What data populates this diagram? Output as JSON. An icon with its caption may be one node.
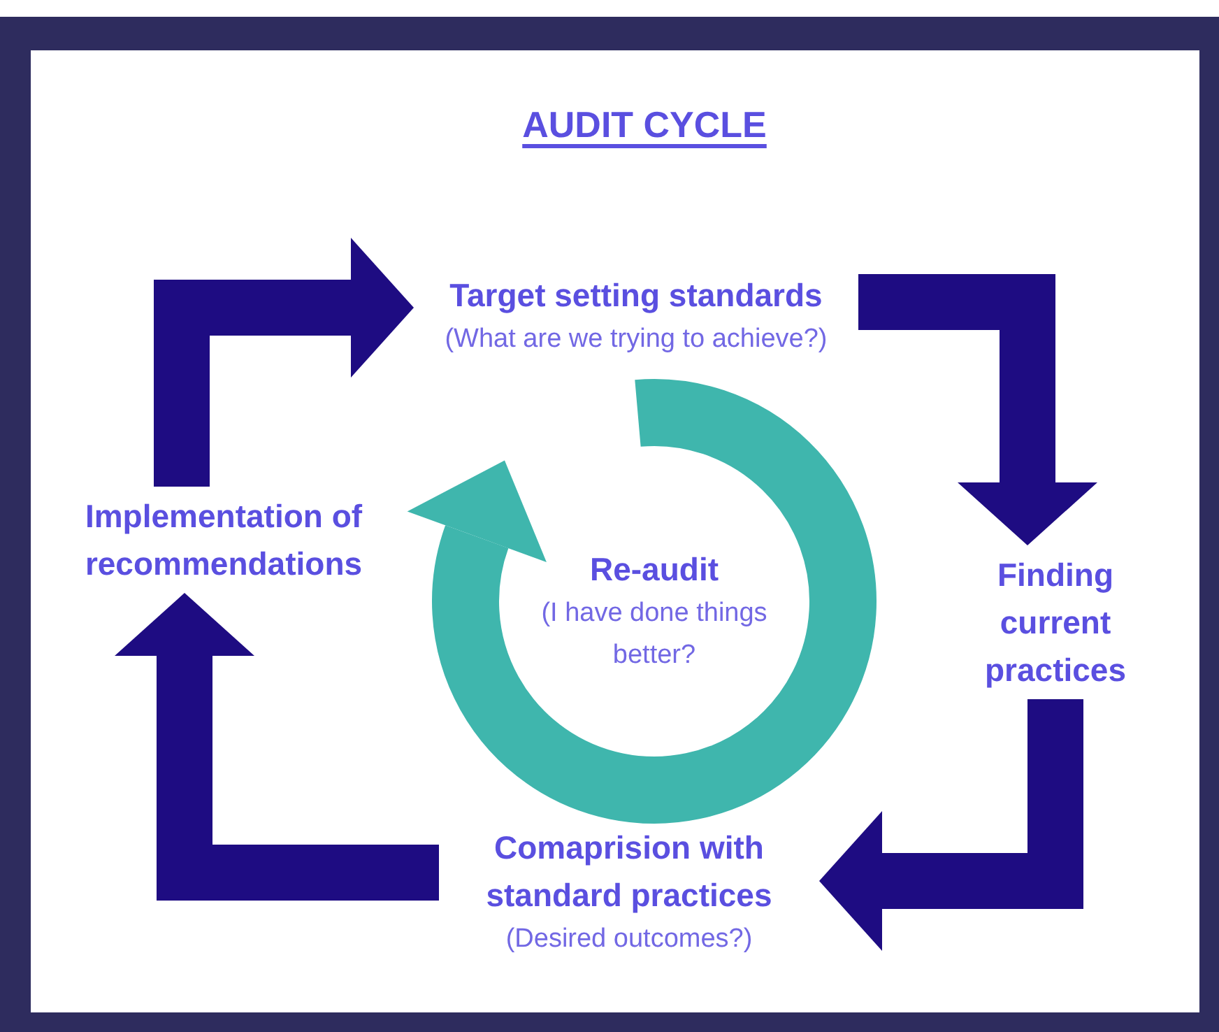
{
  "diagram": {
    "title": "AUDIT CYCLE",
    "nodes": [
      {
        "text": [
          "Target setting standards",
          "(What are we trying to achieve?)"
        ]
      },
      {
        "text": [
          "Finding current practices"
        ]
      },
      {
        "text": [
          "Comaprision with standard practices",
          "(Desired outcomes?)"
        ]
      },
      {
        "text": [
          "Implementation of recommendations"
        ]
      },
      {
        "text": [
          "Re-audit",
          "(I have done things better?"
        ]
      }
    ],
    "edges": [
      {
        "from": 3,
        "to": 0,
        "arrow": "to"
      },
      {
        "from": 0,
        "to": 1,
        "arrow": "to"
      },
      {
        "from": 1,
        "to": 2,
        "arrow": "to"
      },
      {
        "from": 2,
        "to": 3,
        "arrow": "to"
      }
    ]
  }
}
